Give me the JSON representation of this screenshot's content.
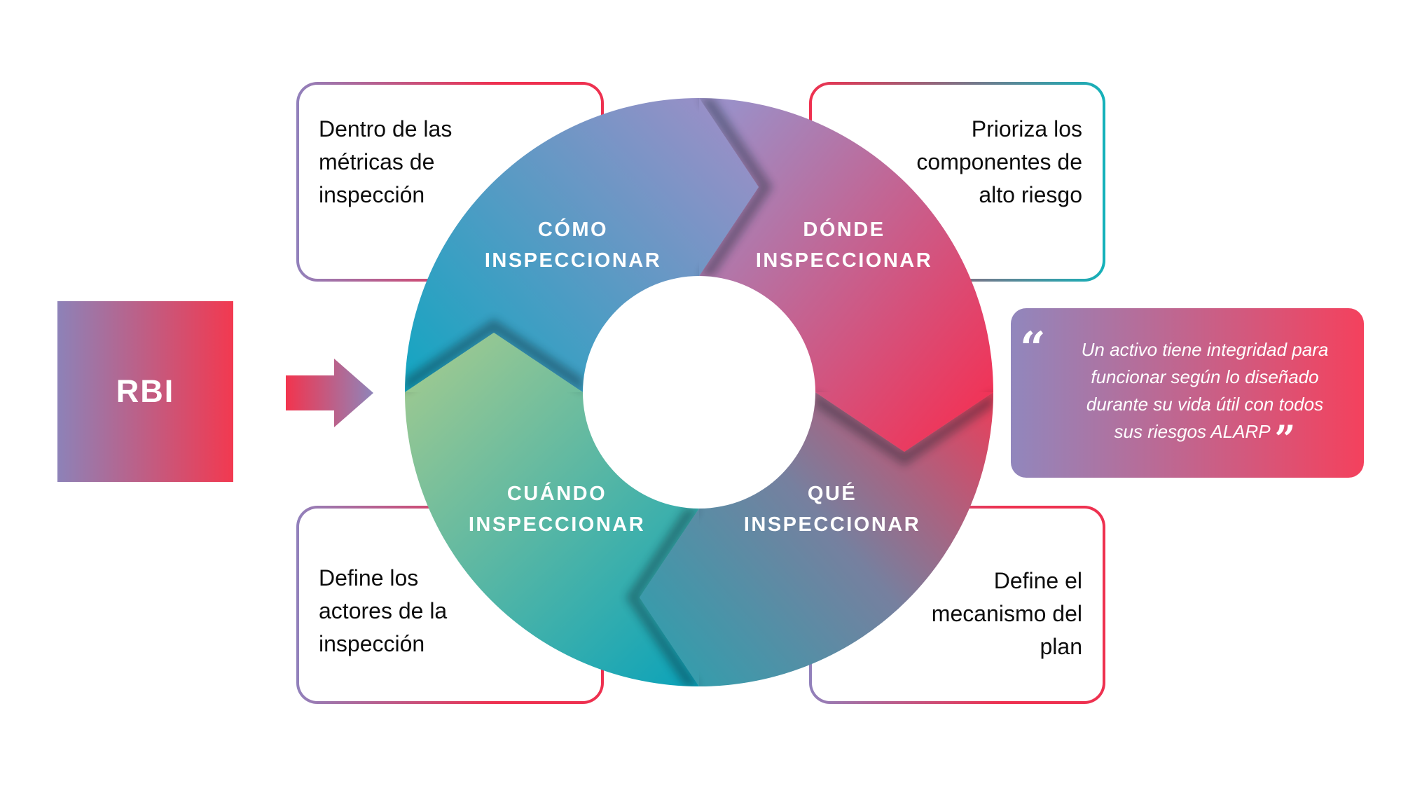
{
  "rbi": {
    "label": "RBI"
  },
  "cycle": {
    "direction": "clockwise",
    "segments": [
      {
        "id": "como",
        "line1": "CÓMO",
        "line2": "INSPECCIONAR",
        "color_start": "#0ca7c1",
        "color_end": "#9b8fc7"
      },
      {
        "id": "donde",
        "line1": "DÓNDE",
        "line2": "INSPECCIONAR",
        "color_start": "#9b8fc7",
        "color_end": "#f43053"
      },
      {
        "id": "que",
        "line1": "QUÉ",
        "line2": "INSPECCIONAR",
        "color_start": "#2ba1ae",
        "color_mid": "#76809f",
        "color_end": "#ee3c58"
      },
      {
        "id": "cuando",
        "line1": "CUÁNDO",
        "line2": "INSPECCIONAR",
        "color_start": "#99c892",
        "color_end": "#0aa2ba"
      }
    ]
  },
  "boxes": {
    "top_left": {
      "lines": [
        "Dentro de las",
        "métricas de",
        "inspección"
      ]
    },
    "top_right": {
      "lines": [
        "Prioriza los",
        "componentes de",
        "alto riesgo"
      ]
    },
    "bottom_left": {
      "lines": [
        "Define los",
        "actores de la",
        "inspección"
      ]
    },
    "bottom_right": {
      "lines": [
        "Define el",
        "mecanismo del",
        "plan"
      ]
    }
  },
  "quote": {
    "open_mark": "“",
    "close_mark": "”",
    "lines": [
      "Un activo tiene integridad para",
      "funcionar según lo diseñado",
      "durante su vida útil con todos",
      "sus riesgos ALARP"
    ]
  },
  "colors": {
    "teal": "#0ca7c1",
    "teal_mid": "#2ba1ae",
    "teal_dark": "#0aa2ba",
    "purple": "#9b8fc7",
    "red": "#f43053",
    "red_soft": "#ee3c58",
    "green": "#99c892",
    "slate": "#76809f",
    "box_border_purple": "#9181bc",
    "box_border_red": "#ee3150",
    "box_border_teal": "#14b2ba",
    "quote_bg_left": "#9187bd",
    "quote_bg_right": "#f4415d",
    "rbi_left": "#8d82b8",
    "rbi_right": "#f23950",
    "arrow_left": "#f2344e",
    "arrow_right": "#8f85ba",
    "text_dark": "#0d0d0d",
    "text_light": "#ffffff"
  }
}
